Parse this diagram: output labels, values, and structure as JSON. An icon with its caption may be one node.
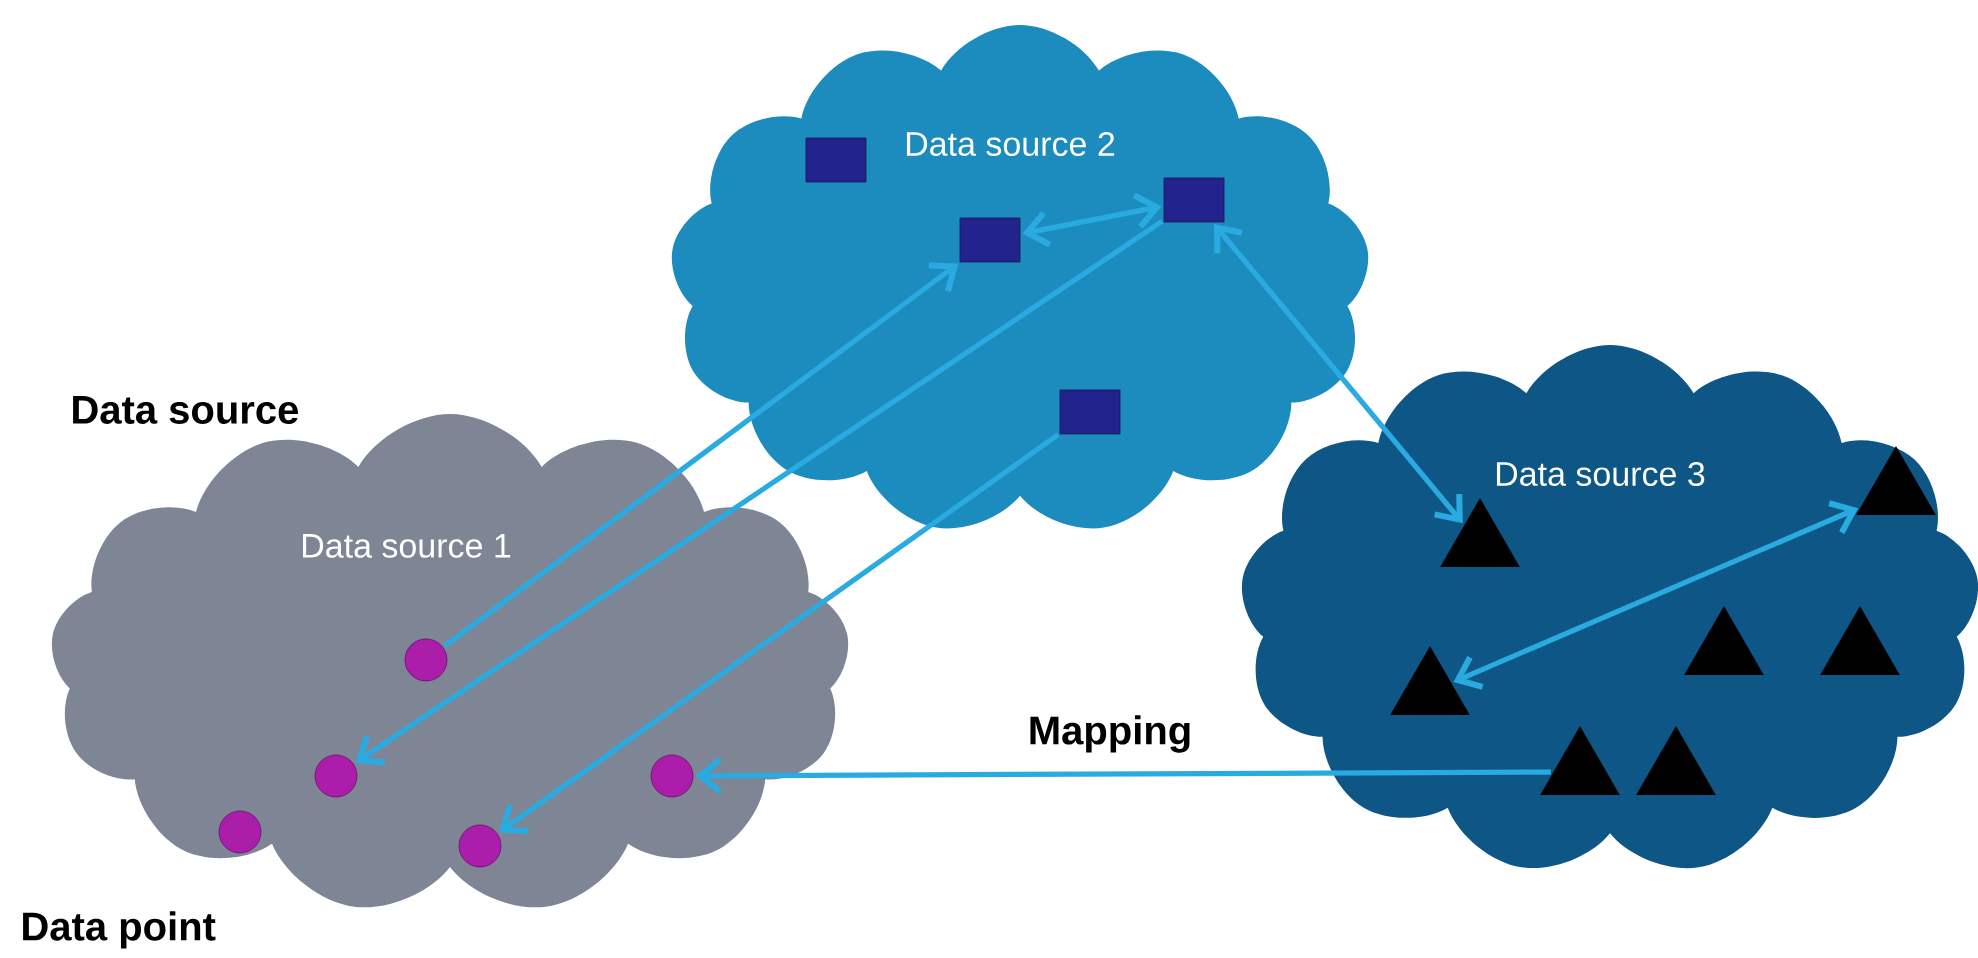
{
  "diagram": {
    "nodes": [
      {
        "text": [
          "Data source 2"
        ]
      },
      {
        "text": [],
        "shape": "box",
        "in": 0
      },
      {
        "text": [],
        "shape": "box",
        "in": 0
      },
      {
        "text": [],
        "shape": "box",
        "in": 0
      },
      {
        "text": [],
        "shape": "box",
        "in": 0
      },
      {
        "text": [
          "Data source 1"
        ]
      },
      {
        "text": [],
        "shape": "circle",
        "in": 5
      },
      {
        "text": [],
        "shape": "circle",
        "in": 5
      },
      {
        "text": [],
        "shape": "circle",
        "in": 5
      },
      {
        "text": [],
        "shape": "circle",
        "in": 5
      },
      {
        "text": [],
        "shape": "circle",
        "in": 5
      },
      {
        "text": [
          "Data source 3"
        ]
      },
      {
        "text": [],
        "shape": "triangle",
        "in": 11
      },
      {
        "text": [],
        "shape": "triangle",
        "in": 11
      },
      {
        "text": [],
        "shape": "triangle",
        "in": 11
      },
      {
        "text": [],
        "shape": "triangle",
        "in": 11
      },
      {
        "text": [],
        "shape": "triangle",
        "in": 11
      },
      {
        "text": [],
        "shape": "triangle",
        "in": 11
      },
      {
        "text": [],
        "shape": "triangle",
        "in": 11
      }
    ],
    "edges": [
      {
        "from": 6,
        "to": 2,
        "arrow": "to"
      },
      {
        "from": 2,
        "to": 3,
        "arrow": "both"
      },
      {
        "from": 3,
        "to": 7,
        "arrow": "to"
      },
      {
        "from": 4,
        "to": 9,
        "arrow": "to"
      },
      {
        "from": 3,
        "to": 12,
        "arrow": "both"
      },
      {
        "from": 14,
        "to": 13,
        "arrow": "both"
      },
      {
        "from": 17,
        "to": 10,
        "arrow": "to",
        "label": "Mapping"
      }
    ],
    "labels": [
      "Data source",
      "Data point"
    ]
  }
}
